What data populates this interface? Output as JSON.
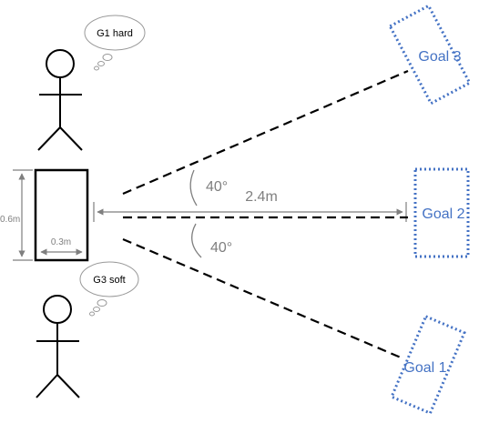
{
  "people": [
    {
      "thought": "G1 hard"
    },
    {
      "thought": "G3 soft"
    }
  ],
  "box": {
    "height_label": "0.6m",
    "width_label": "0.3m"
  },
  "distance_label": "2.4m",
  "angles": {
    "upper": "40°",
    "lower": "40°"
  },
  "goals": {
    "goal3": "Goal 3",
    "goal2": "Goal 2",
    "goal1": "Goal 1"
  },
  "colors": {
    "goal_outline": "#4472c4",
    "dimension": "#7f7f7f",
    "ink": "#000000"
  }
}
